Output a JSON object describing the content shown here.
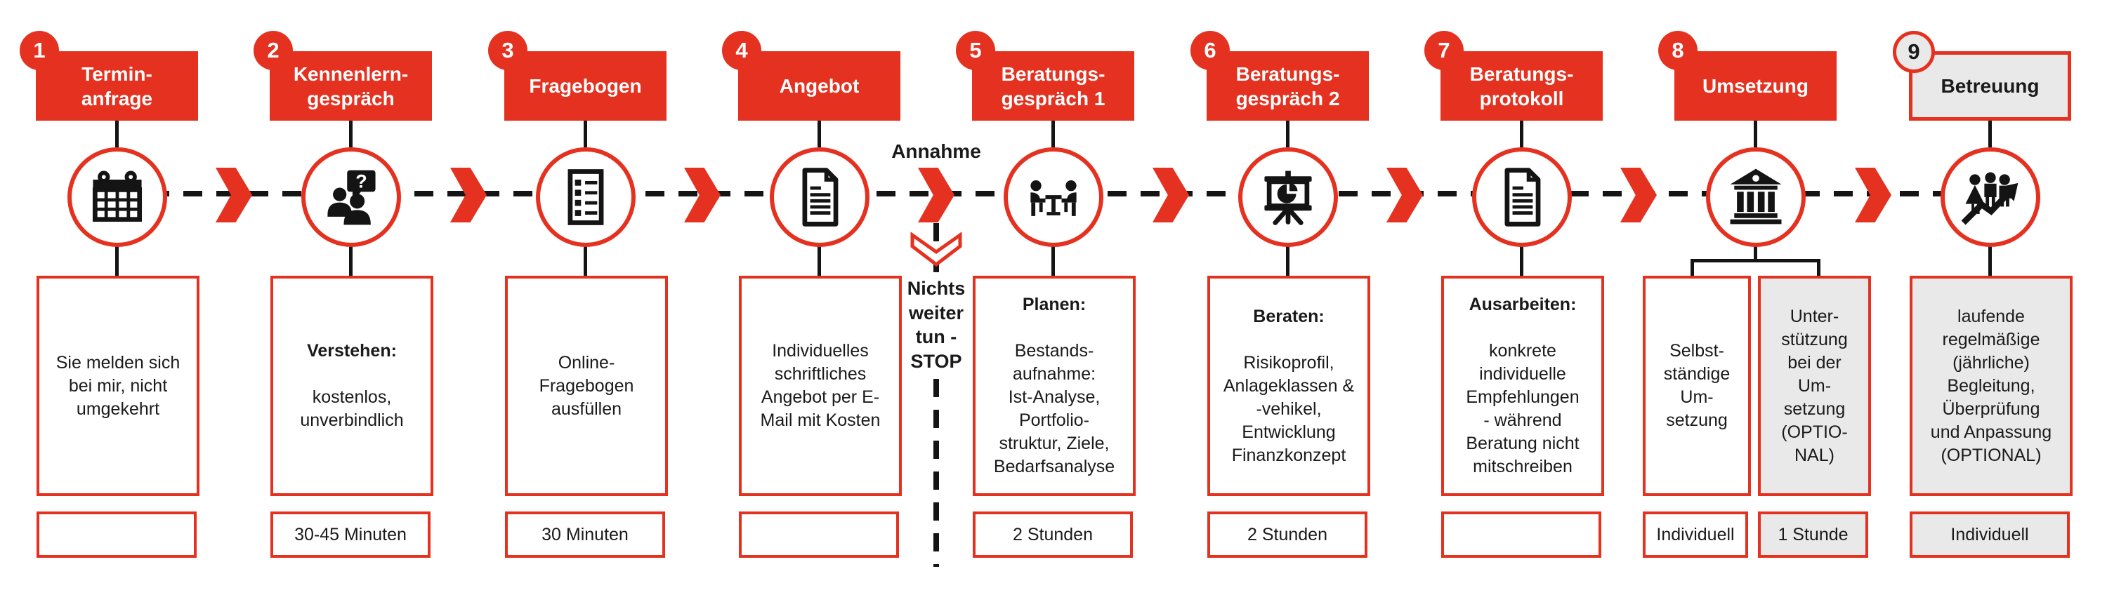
{
  "colors": {
    "red": "#e5311f",
    "gray_fill": "#e9e9e9",
    "black": "#141414",
    "white": "#ffffff"
  },
  "connector": {
    "annahme_label": "Annahme",
    "stop_text": "Nichts\nweiter\ntun -\nSTOP"
  },
  "steps": [
    {
      "number": "1",
      "title": "Termin-\nanfrage",
      "icon": "calendar-icon",
      "description": "Sie melden sich\nbei mir, nicht\numgekehrt",
      "duration": ""
    },
    {
      "number": "2",
      "title": "Kennenlern-\ngespräch",
      "icon": "people-question-icon",
      "desc_heading": "Verstehen:",
      "description": "kostenlos,\nunverbindlich",
      "duration": "30-45 Minuten"
    },
    {
      "number": "3",
      "title": "Fragebogen",
      "icon": "checklist-icon",
      "description": "Online-\nFragebogen\nausfüllen",
      "duration": "30 Minuten"
    },
    {
      "number": "4",
      "title": "Angebot",
      "icon": "document-icon",
      "description": "Individuelles\nschriftliches\nAngebot per E-\nMail mit Kosten",
      "duration": ""
    },
    {
      "number": "5",
      "title": "Beratungs-\ngespräch 1",
      "icon": "meeting-icon",
      "desc_heading": "Planen:",
      "description": "Bestands-\naufnahme:\nIst-Analyse,\nPortfolio-\nstruktur, Ziele,\nBedarfsanalyse",
      "duration": "2 Stunden"
    },
    {
      "number": "6",
      "title": "Beratungs-\ngespräch 2",
      "icon": "presentation-icon",
      "desc_heading": "Beraten:",
      "description": "Risikoprofil,\nAnlageklassen &\n-vehikel,\nEntwicklung\nFinanzkonzept",
      "duration": "2 Stunden"
    },
    {
      "number": "7",
      "title": "Beratungs-\nprotokoll",
      "icon": "document-icon",
      "desc_heading": "Ausarbeiten:",
      "description": "konkrete\nindividuelle\nEmpfehlungen\n- während\nBeratung nicht\nmitschreiben",
      "duration": ""
    },
    {
      "number": "8",
      "title": "Umsetzung",
      "icon": "bank-icon",
      "boxes": [
        {
          "text": "Selbst-\nständige\nUm-\nsetzung",
          "duration": "Individuell"
        },
        {
          "text": "Unter-\nstützung\nbei der\nUm-\nsetzung\n(OPTIO-\nNAL)",
          "duration": "1 Stunde"
        }
      ]
    },
    {
      "number": "9",
      "title": "Betreuung",
      "icon": "people-growth-icon",
      "description": "laufende\nregelmäßige\n(jährliche)\nBegleitung,\nÜberprüfung\nund Anpassung\n(OPTIONAL)",
      "duration": "Individuell"
    }
  ]
}
